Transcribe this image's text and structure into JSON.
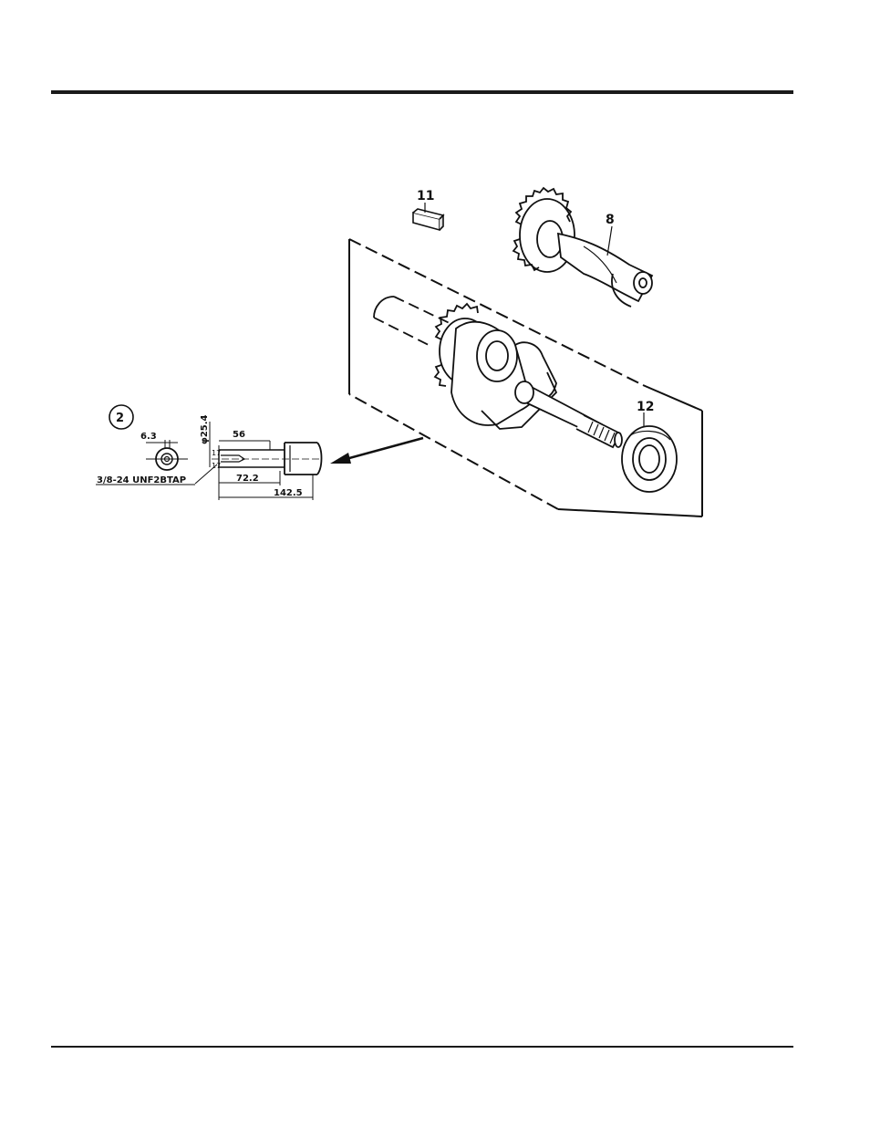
{
  "parts": {
    "key": "11",
    "camshaft": "8",
    "bearing": "12"
  },
  "detail": {
    "callout": "2",
    "dims": {
      "width_6_3": "6.3",
      "dia": "φ25.4",
      "len_56": "56",
      "len_72_2": "72.2",
      "len_142_5": "142.5",
      "small_a": "17",
      "small_b": "17"
    },
    "thread": "3/8-24 UNF2BTAP"
  }
}
